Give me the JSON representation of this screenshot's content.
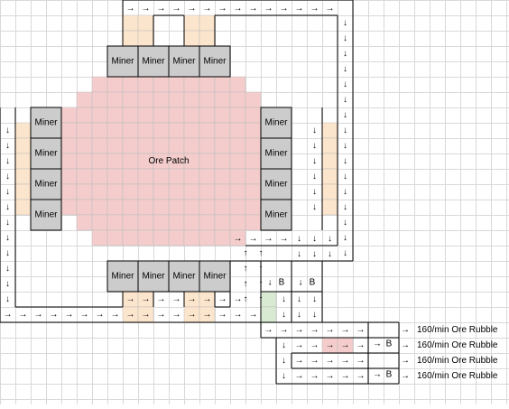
{
  "ore_patch": {
    "label": "Ore Patch",
    "color": "#f4cccc"
  },
  "miner": {
    "label": "Miner",
    "color": "#cccccc"
  },
  "splitter_label": "B",
  "arrows": {
    "right": "→",
    "down": "↓",
    "up": "↑"
  },
  "outputs": [
    "160/min Ore Rubble",
    "160/min Ore Rubble",
    "160/min Ore Rubble",
    "160/min Ore Rubble"
  ],
  "colors": {
    "grid": "#d9d9d9",
    "belt_fill": "#fce5cd",
    "output_highlight": "#f4cccc",
    "merge_highlight": "#d9ead3",
    "line": "#000000"
  }
}
